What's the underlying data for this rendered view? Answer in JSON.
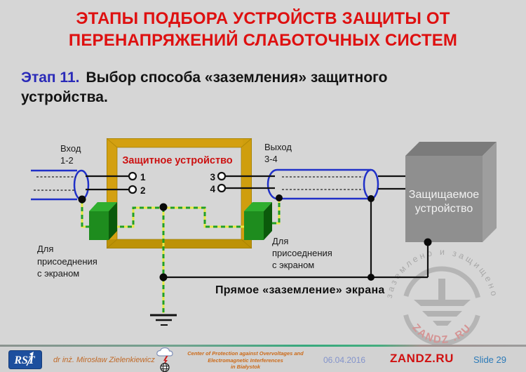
{
  "slide": {
    "title_line1": "ЭТАПЫ ПОДБОРА УСТРОЙСТВ ЗАЩИТЫ ОТ",
    "title_line2": "ПЕРЕНАПРЯЖЕНИЙ СЛАБОТОЧНЫХ СИСТЕМ",
    "step_label": "Этап 11.",
    "step_text": "Выбор способа «заземления» защитного устройства."
  },
  "diagram": {
    "input_label": "Вход",
    "input_pins": "1-2",
    "output_label": "Выход",
    "output_pins": "3-4",
    "device_title": "Защитное устройство",
    "terminal_1": "1",
    "terminal_2": "2",
    "terminal_3": "3",
    "terminal_4": "4",
    "protected_device_line1": "Защищаемое",
    "protected_device_line2": "устройство",
    "shield_note_line1": "Для",
    "shield_note_line2": "присоеднения",
    "shield_note_line3": "с экраном",
    "ground_caption": "Прямое «заземление» экрана",
    "watermark_arc_text": "заземлено  и  защищено",
    "watermark_brand": "ZANDZ .RU"
  },
  "footer": {
    "logo_text": "RST",
    "author": "dr inż. Mirosław Zielenkiewicz",
    "center_line1": "Center of Protection against Overvoltages and",
    "center_line2": "Electromagnetic Interferences",
    "center_line3": "in Białystok",
    "date": "06.04.2016",
    "brand": "ZANDZ.RU",
    "slide_number": "Slide 29"
  },
  "colors": {
    "title_red": "#de1010",
    "step_blue": "#2a2ab8",
    "device_gold": "#d3a011",
    "connector_green": "#1e8c1e",
    "shield_dash_green": "#22a022",
    "shield_dash_yellow": "#e8e846",
    "cable_blue": "#2030c8",
    "protected_gray": "#8f8f8f",
    "footer_orange": "#c9661c",
    "brand_red": "#d01111",
    "watermark_gray": "#b3b3b3"
  }
}
